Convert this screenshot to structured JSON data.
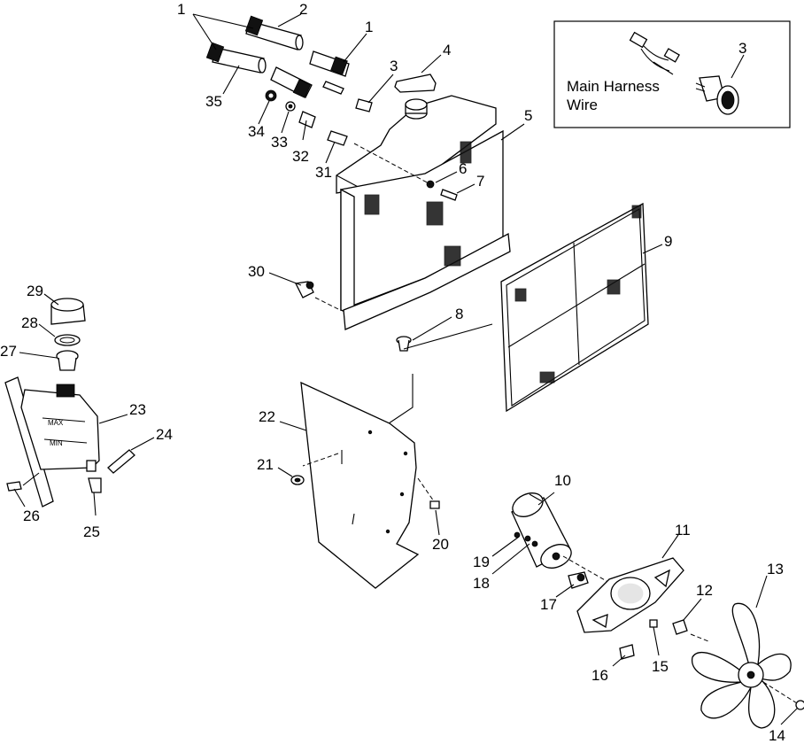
{
  "callouts": [
    {
      "id": "c1a",
      "text": "1"
    },
    {
      "id": "c2",
      "text": "2"
    },
    {
      "id": "c1b",
      "text": "1"
    },
    {
      "id": "c3a",
      "text": "3"
    },
    {
      "id": "c4",
      "text": "4"
    },
    {
      "id": "c3b",
      "text": "3"
    },
    {
      "id": "c35",
      "text": "35"
    },
    {
      "id": "c34",
      "text": "34"
    },
    {
      "id": "c33",
      "text": "33"
    },
    {
      "id": "c32",
      "text": "32"
    },
    {
      "id": "c31",
      "text": "31"
    },
    {
      "id": "c5",
      "text": "5"
    },
    {
      "id": "c6",
      "text": "6"
    },
    {
      "id": "c7",
      "text": "7"
    },
    {
      "id": "c9",
      "text": "9"
    },
    {
      "id": "c30",
      "text": "30"
    },
    {
      "id": "c8",
      "text": "8"
    },
    {
      "id": "c29",
      "text": "29"
    },
    {
      "id": "c28",
      "text": "28"
    },
    {
      "id": "c27",
      "text": "27"
    },
    {
      "id": "c23",
      "text": "23"
    },
    {
      "id": "c24",
      "text": "24"
    },
    {
      "id": "c22",
      "text": "22"
    },
    {
      "id": "c21",
      "text": "21"
    },
    {
      "id": "c26",
      "text": "26"
    },
    {
      "id": "c25",
      "text": "25"
    },
    {
      "id": "c20",
      "text": "20"
    },
    {
      "id": "c10",
      "text": "10"
    },
    {
      "id": "c11",
      "text": "11"
    },
    {
      "id": "c19",
      "text": "19"
    },
    {
      "id": "c18",
      "text": "18"
    },
    {
      "id": "c13",
      "text": "13"
    },
    {
      "id": "c12",
      "text": "12"
    },
    {
      "id": "c17",
      "text": "17"
    },
    {
      "id": "c15",
      "text": "15"
    },
    {
      "id": "c16",
      "text": "16"
    },
    {
      "id": "c14",
      "text": "14"
    }
  ],
  "inset": {
    "label_line1": "Main Harness",
    "label_line2": "Wire"
  },
  "tank": {
    "max_label": "MAX",
    "min_label": "MIN"
  }
}
